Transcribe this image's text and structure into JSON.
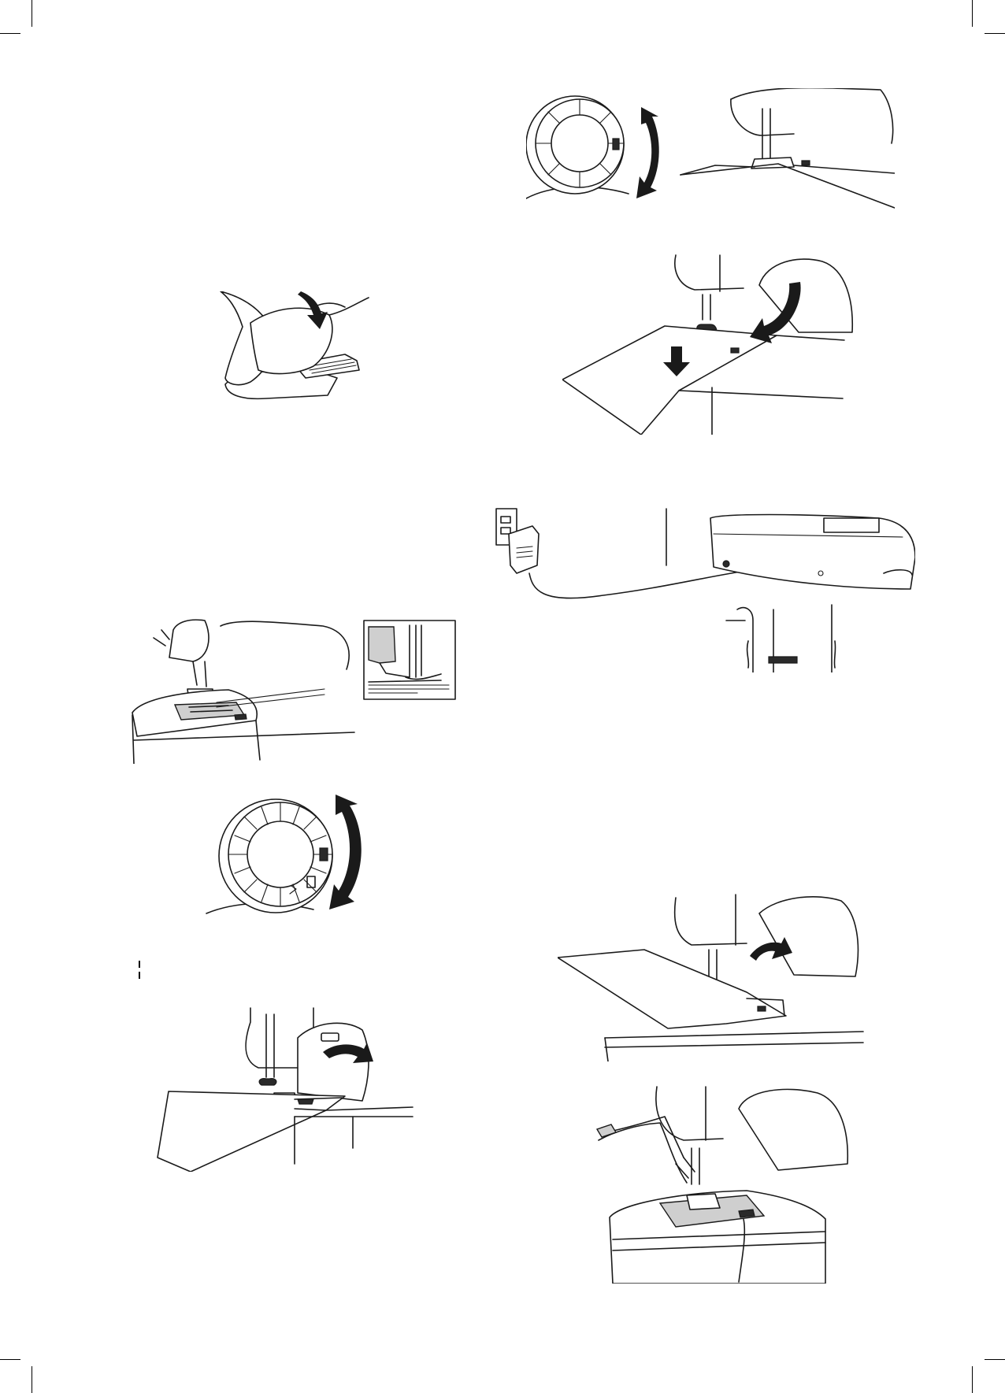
{
  "page": {
    "background": "#ffffff",
    "line_color": "#1a1a1a"
  },
  "crop_marks": [
    "top-left",
    "top-right",
    "bottom-left",
    "bottom-right"
  ],
  "illustrations": [
    {
      "name": "foot-pressing-pedal",
      "icon": "foot-pedal-illustration"
    },
    {
      "name": "presser-foot-closeup",
      "icon": "presser-foot-inset-illustration"
    },
    {
      "name": "stitch-selector-dial",
      "icon": "stitch-dial-illustration"
    },
    {
      "name": "handwheel-turn",
      "icon": "handwheel-illustration"
    },
    {
      "name": "stitch-selector-dial-with-needle",
      "icon": "stitch-dial-needle-illustration"
    },
    {
      "name": "lower-presser-foot",
      "icon": "lower-presser-foot-illustration"
    },
    {
      "name": "power-adapter-connection",
      "icon": "power-adapter-illustration"
    },
    {
      "name": "raise-presser-lever",
      "icon": "presser-lever-illustration"
    },
    {
      "name": "thread-under-foot",
      "icon": "thread-pull-illustration"
    }
  ]
}
